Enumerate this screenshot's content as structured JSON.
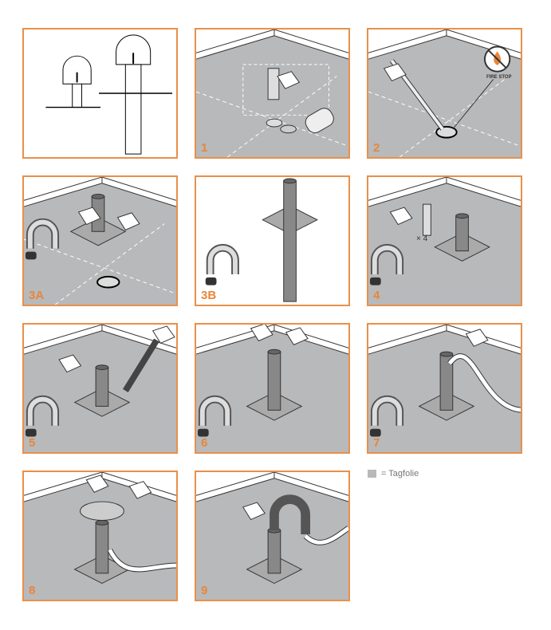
{
  "colors": {
    "accent": "#e8863a",
    "membrane": "#b8b9bb"
  },
  "panels": [
    {
      "label": "",
      "kind": "schematic"
    },
    {
      "label": "1",
      "kind": "drill"
    },
    {
      "label": "2",
      "kind": "firestop",
      "note": "FIRE STOP"
    },
    {
      "label": "3A",
      "kind": "flange"
    },
    {
      "label": "3B",
      "kind": "pipe-flange"
    },
    {
      "label": "4",
      "kind": "screw",
      "note": "× 4"
    },
    {
      "label": "5",
      "kind": "seal"
    },
    {
      "label": "6",
      "kind": "sleeve"
    },
    {
      "label": "7",
      "kind": "hose"
    },
    {
      "label": "8",
      "kind": "hood"
    },
    {
      "label": "9",
      "kind": "tighten"
    }
  ],
  "legend": {
    "text": "= Tagfolie"
  }
}
